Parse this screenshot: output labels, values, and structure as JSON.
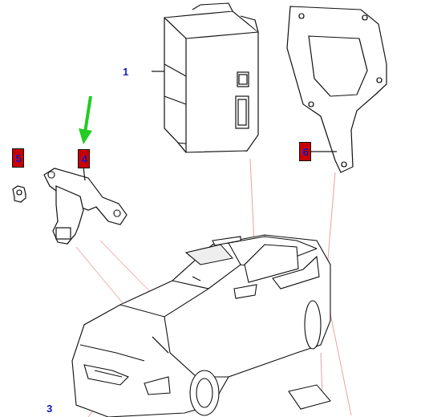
{
  "diagram": {
    "nodes": [
      {
        "text": [
          "5"
        ]
      },
      {
        "text": [
          "4"
        ]
      },
      {
        "text": [
          "6"
        ]
      }
    ],
    "edges": [],
    "labels": [
      "1",
      "3"
    ]
  }
}
